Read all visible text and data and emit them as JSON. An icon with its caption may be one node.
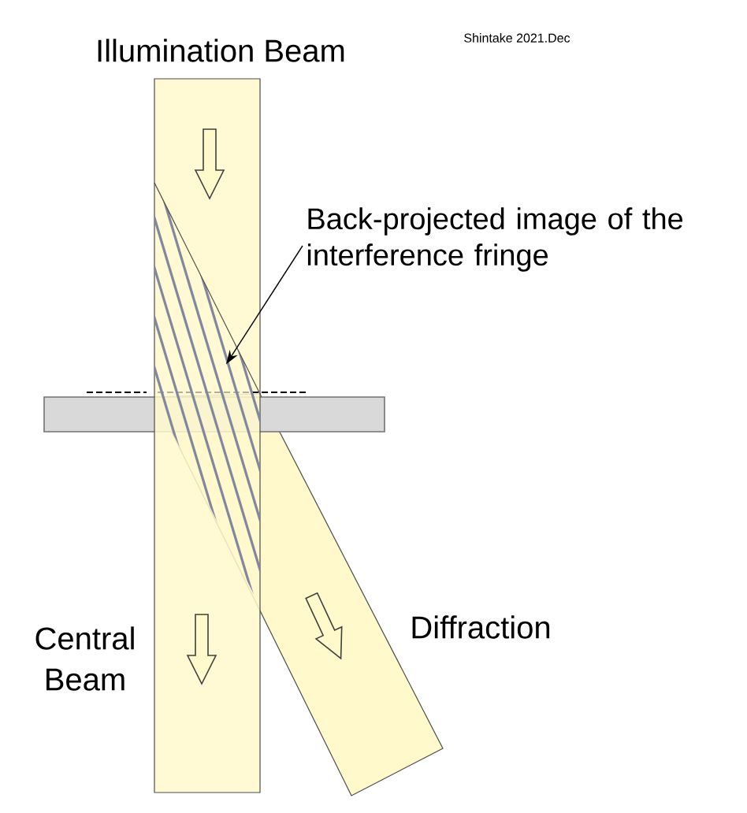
{
  "diagram": {
    "nodes": [
      {
        "text": [
          "Back-projected image of the interference fringe"
        ]
      },
      {
        "text": [],
        "shape": "parallelogram"
      }
    ],
    "edges": [
      {
        "from": 0,
        "to": 1,
        "arrow": "to"
      }
    ],
    "labels": [
      "Illumination Beam",
      "Shintake 2021.Dec",
      "Central Beam",
      "Diffraction"
    ]
  }
}
